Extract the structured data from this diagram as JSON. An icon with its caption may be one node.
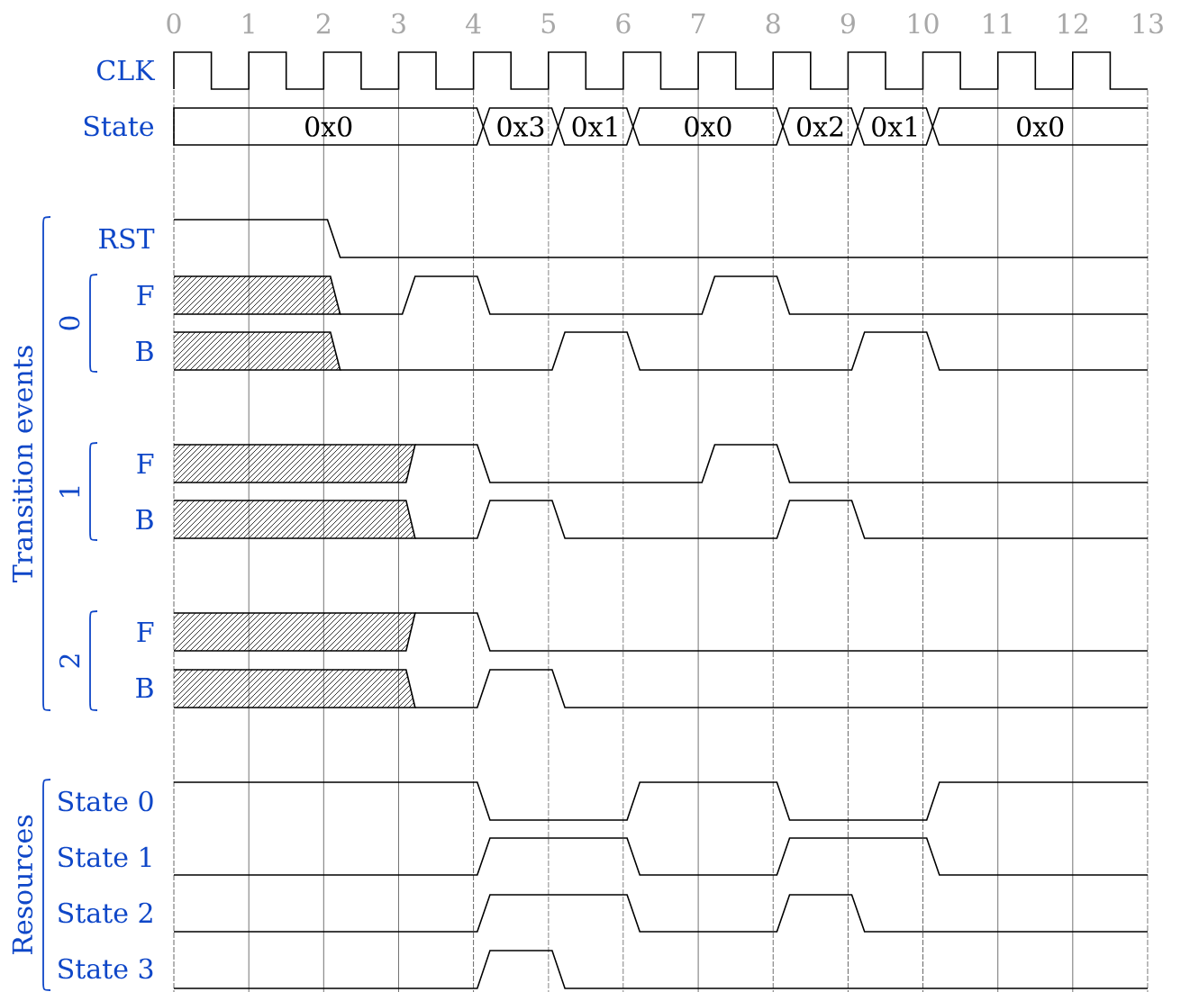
{
  "diagram": {
    "labels": [
      "0",
      "1",
      "2",
      "3",
      "4",
      "5",
      "6",
      "7",
      "8",
      "9",
      "10",
      "11",
      "12",
      "13",
      "CLK",
      "State",
      "0x0",
      "0x3",
      "0x1",
      "0x0",
      "0x2",
      "0x1",
      "0x0",
      "RST",
      "Transition events",
      "0",
      "F",
      "B",
      "1",
      "F",
      "B",
      "2",
      "F",
      "B",
      "Resources",
      "State 0",
      "State 1",
      "State 2",
      "State 3"
    ]
  }
}
